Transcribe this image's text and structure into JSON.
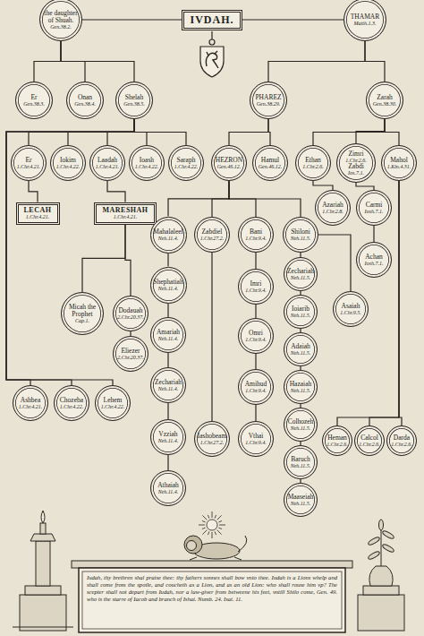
{
  "diagram": {
    "caption": "Iudah, thy brethren shal praise thee: thy fathers sonnes shall bow vnto thee. Iudah is a Lions whelp and shall come from the spoile, and coucheth as a Lion, and as an old Lion: who shall rouse him vp? The scepter shall not depart from Iudah, nor a law-giver from betweene his feet, vntill Shilo come, Gen. 49. who is the starre of Iacob and branch of Ishai. Numb. 24. Isai. 11.",
    "nodes": [
      {
        "text": [
          "the daughter of Shuah.",
          "Gen.38.2."
        ]
      },
      {
        "text": [
          "IVDAH."
        ]
      },
      {
        "text": [
          "THAMAR",
          "Matth.1.3."
        ]
      },
      {
        "text": [
          "Er",
          "Gen.38.3."
        ]
      },
      {
        "text": [
          "Onan",
          "Gen.38.4."
        ]
      },
      {
        "text": [
          "Shelah",
          "Gen.38.5."
        ]
      },
      {
        "text": [
          "PHAREZ",
          "Gen.38.29."
        ]
      },
      {
        "text": [
          "Zarah",
          "Gen.38.30."
        ]
      },
      {
        "text": [
          "Er",
          "1.Chr.4.21."
        ]
      },
      {
        "text": [
          "Iokim",
          "1.Chr.4.22."
        ]
      },
      {
        "text": [
          "Laadah",
          "1.Chr.4.21."
        ]
      },
      {
        "text": [
          "Ioash",
          "1.Chr.4.22."
        ]
      },
      {
        "text": [
          "Saraph",
          "1.Chr.4.22."
        ]
      },
      {
        "text": [
          "HEZRON",
          "Gen.46.12."
        ]
      },
      {
        "text": [
          "Hamul",
          "Gen.46.12."
        ]
      },
      {
        "text": [
          "Ethan",
          "1.Chr.2.6."
        ]
      },
      {
        "text": [
          "Zimri",
          "1.Chr.2.6.",
          "Zabdi",
          "Ios.7.1."
        ]
      },
      {
        "text": [
          "Mahol",
          "1.Kin.4.31."
        ]
      },
      {
        "text": [
          "LECAH",
          "1.Chr.4.21."
        ]
      },
      {
        "text": [
          "MARESHAH",
          "1.Chr.4.21."
        ]
      },
      {
        "text": [
          "Azariah",
          "1.Chr.2.8."
        ]
      },
      {
        "text": [
          "Carmi",
          "Iosh.7.1."
        ]
      },
      {
        "text": [
          "Mahalaleel",
          "Neh.11.4."
        ]
      },
      {
        "text": [
          "Zabdiel",
          "1.Chr.27.2."
        ]
      },
      {
        "text": [
          "Bani",
          "1.Chr.9.4."
        ]
      },
      {
        "text": [
          "Shiloni",
          "Neh.11.5."
        ]
      },
      {
        "text": [
          "Achan",
          "Iosh.7.1."
        ]
      },
      {
        "text": [
          "Shephatiah",
          "Neh.11.4."
        ]
      },
      {
        "text": [
          "Imri",
          "1.Chr.9.4."
        ]
      },
      {
        "text": [
          "Zechariah",
          "Neh.11.5."
        ]
      },
      {
        "text": [
          "Asaiah",
          "1.Chr.9.5."
        ]
      },
      {
        "text": [
          "Micah the Prophet",
          "Cap.1."
        ]
      },
      {
        "text": [
          "Dodauah",
          "2.Chr.20.37."
        ]
      },
      {
        "text": [
          "Amariah",
          "Neh.11.4."
        ]
      },
      {
        "text": [
          "Omri",
          "1.Chr.9.4."
        ]
      },
      {
        "text": [
          "Ioiarib",
          "Neh.11.5."
        ]
      },
      {
        "text": [
          "Eliezer",
          "2.Chr.20.37."
        ]
      },
      {
        "text": [
          "Adaiah",
          "Neh.11.5."
        ]
      },
      {
        "text": [
          "Ashbea",
          "1.Chr.4.21."
        ]
      },
      {
        "text": [
          "Chozeba",
          "1.Chr.4.22."
        ]
      },
      {
        "text": [
          "Lehem",
          "1.Chr.4.22."
        ]
      },
      {
        "text": [
          "Zechariah",
          "Neh.11.4."
        ]
      },
      {
        "text": [
          "Amihud",
          "1.Chr.9.4."
        ]
      },
      {
        "text": [
          "Hazaiah",
          "Neh.11.5."
        ]
      },
      {
        "text": [
          "Colhozeh",
          "Neh.11.5."
        ]
      },
      {
        "text": [
          "Heman",
          "1.Chr.2.6."
        ]
      },
      {
        "text": [
          "Calcol",
          "1.Chr.2.6."
        ]
      },
      {
        "text": [
          "Darda",
          "1.Chr.2.6."
        ]
      },
      {
        "text": [
          "Vzziah",
          "Neh.11.4."
        ]
      },
      {
        "text": [
          "Iashobeam",
          "1.Chr.27.2."
        ]
      },
      {
        "text": [
          "Vthai",
          "1.Chr.9.4."
        ]
      },
      {
        "text": [
          "Baruch",
          "Neh.11.5."
        ]
      },
      {
        "text": [
          "Athaiah",
          "Neh.11.4."
        ]
      },
      {
        "text": [
          "Maaseiah",
          "Neh.11.5."
        ]
      }
    ],
    "edges": [
      {
        "from": 1,
        "to": 0,
        "arrow": "none"
      },
      {
        "from": 1,
        "to": 2,
        "arrow": "none"
      },
      {
        "from": 0,
        "to": 3,
        "arrow": "none"
      },
      {
        "from": 0,
        "to": 4,
        "arrow": "none"
      },
      {
        "from": 0,
        "to": 5,
        "arrow": "none"
      },
      {
        "from": 2,
        "to": 6,
        "arrow": "none"
      },
      {
        "from": 2,
        "to": 7,
        "arrow": "none"
      },
      {
        "from": 5,
        "to": 8,
        "arrow": "none"
      },
      {
        "from": 5,
        "to": 9,
        "arrow": "none"
      },
      {
        "from": 5,
        "to": 10,
        "arrow": "none"
      },
      {
        "from": 5,
        "to": 11,
        "arrow": "none"
      },
      {
        "from": 5,
        "to": 12,
        "arrow": "none"
      },
      {
        "from": 6,
        "to": 13,
        "arrow": "none"
      },
      {
        "from": 6,
        "to": 14,
        "arrow": "none"
      },
      {
        "from": 7,
        "to": 15,
        "arrow": "none"
      },
      {
        "from": 7,
        "to": 16,
        "arrow": "none"
      },
      {
        "from": 7,
        "to": 17,
        "arrow": "none"
      },
      {
        "from": 8,
        "to": 18,
        "arrow": "none"
      },
      {
        "from": 10,
        "to": 19,
        "arrow": "none"
      },
      {
        "from": 15,
        "to": 20,
        "arrow": "none"
      },
      {
        "from": 16,
        "to": 21,
        "arrow": "none"
      },
      {
        "from": 21,
        "to": 26,
        "arrow": "none"
      },
      {
        "from": 13,
        "to": 22,
        "arrow": "none"
      },
      {
        "from": 13,
        "to": 23,
        "arrow": "none"
      },
      {
        "from": 13,
        "to": 24,
        "arrow": "none"
      },
      {
        "from": 13,
        "to": 25,
        "arrow": "none"
      },
      {
        "from": 22,
        "to": 27,
        "arrow": "none"
      },
      {
        "from": 27,
        "to": 33,
        "arrow": "none"
      },
      {
        "from": 33,
        "to": 41,
        "arrow": "none"
      },
      {
        "from": 41,
        "to": 48,
        "arrow": "none"
      },
      {
        "from": 48,
        "to": 52,
        "arrow": "none"
      },
      {
        "from": 23,
        "to": 49,
        "arrow": "none"
      },
      {
        "from": 24,
        "to": 28,
        "arrow": "none"
      },
      {
        "from": 28,
        "to": 34,
        "arrow": "none"
      },
      {
        "from": 34,
        "to": 42,
        "arrow": "none"
      },
      {
        "from": 42,
        "to": 50,
        "arrow": "none"
      },
      {
        "from": 25,
        "to": 29,
        "arrow": "none"
      },
      {
        "from": 29,
        "to": 35,
        "arrow": "none"
      },
      {
        "from": 35,
        "to": 37,
        "arrow": "none"
      },
      {
        "from": 37,
        "to": 43,
        "arrow": "none"
      },
      {
        "from": 43,
        "to": 44,
        "arrow": "none"
      },
      {
        "from": 44,
        "to": 51,
        "arrow": "none"
      },
      {
        "from": 51,
        "to": 53,
        "arrow": "none"
      },
      {
        "from": 25,
        "to": 30,
        "arrow": "none"
      },
      {
        "from": 19,
        "to": 31,
        "arrow": "none"
      },
      {
        "from": 19,
        "to": 32,
        "arrow": "none"
      },
      {
        "from": 32,
        "to": 36,
        "arrow": "none"
      },
      {
        "from": 5,
        "to": 38,
        "arrow": "none"
      },
      {
        "from": 5,
        "to": 39,
        "arrow": "none"
      },
      {
        "from": 5,
        "to": 40,
        "arrow": "none"
      },
      {
        "from": 17,
        "to": 45,
        "arrow": "none"
      },
      {
        "from": 17,
        "to": 46,
        "arrow": "none"
      },
      {
        "from": 17,
        "to": 47,
        "arrow": "none"
      }
    ]
  }
}
